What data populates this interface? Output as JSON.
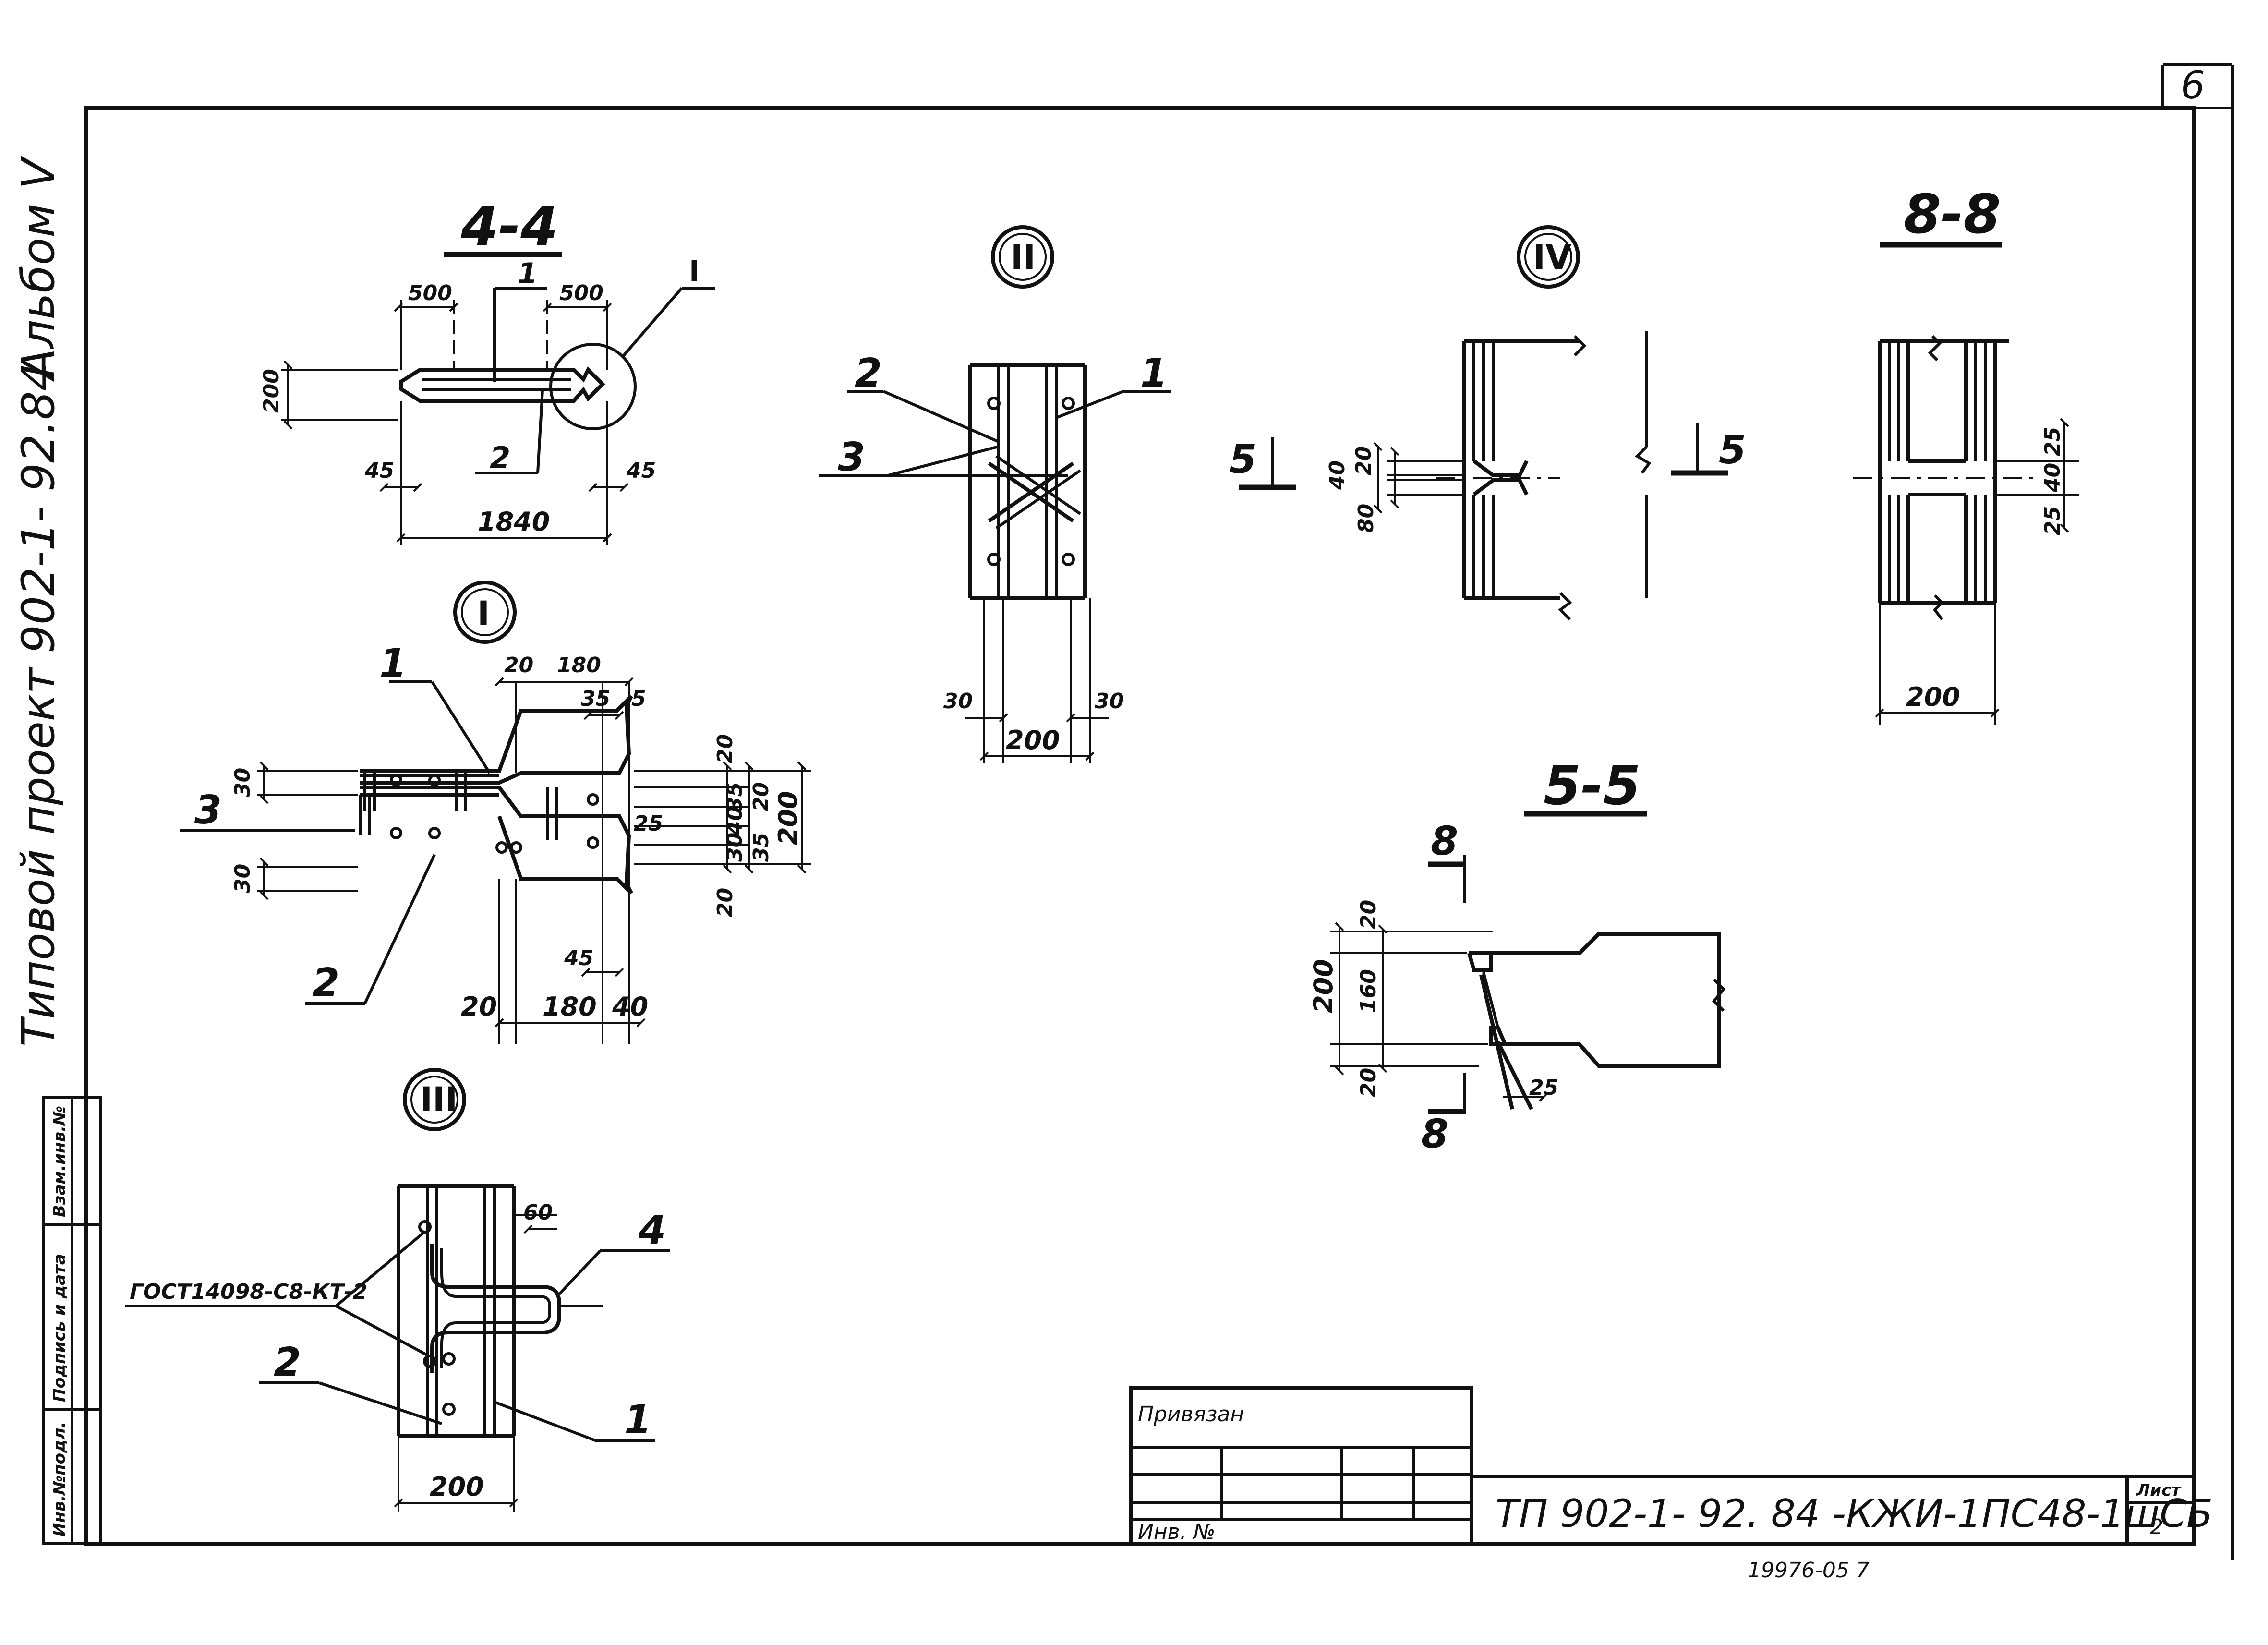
{
  "sheet": {
    "corner_number": "6",
    "side_title": "Типовой проект 902-1- 92.84",
    "album": "Альбом V",
    "left_stamp": [
      "Инв.№подл.",
      "Подпись и дата",
      "Взам.инв.№"
    ],
    "code": "ТП 902-1- 92. 84 -КЖИ-1ПС48-1шСБ",
    "list_label": "Лист",
    "list_number": "2",
    "bottom_number": "19976-05 7",
    "title_block": {
      "bound_label": "Привязан",
      "inv_label": "Инв. №"
    }
  },
  "views": {
    "s44": {
      "title": "4-4",
      "dims": {
        "left_top": "500",
        "right_top": "500",
        "height": "200",
        "left_bot": "45",
        "right_bot": "45",
        "total": "1840"
      },
      "leaders": {
        "p1": "1",
        "p2": "2",
        "detail_ref": "I"
      }
    },
    "detail1": {
      "mark": "I",
      "leaders": {
        "p1": "1",
        "p2": "2",
        "p3": "3"
      },
      "dims": {
        "top_20": "20",
        "top_180": "180",
        "top_35": "35",
        "top_5": "5",
        "left_30a": "30",
        "left_30b": "30",
        "r_20a": "20",
        "r_35a": "35",
        "r_20b": "20",
        "r_40": "40",
        "r_30": "30",
        "r_35b": "35",
        "r_20c": "20",
        "r_200": "200",
        "in_25": "25",
        "bot_45": "45",
        "bot_20": "20",
        "bot_180": "180",
        "bot_40": "40"
      }
    },
    "detail2": {
      "mark": "II",
      "leaders": {
        "p1": "1",
        "p2": "2",
        "p3": "3"
      },
      "dims": {
        "left": "30",
        "right": "30",
        "total": "200"
      }
    },
    "detail3": {
      "mark": "III",
      "gost": "ГОСТ14098-С8-КТ-2",
      "leaders": {
        "p1": "1",
        "p2": "2",
        "p4": "4"
      },
      "dims": {
        "d60": "60",
        "total": "200"
      }
    },
    "detail4": {
      "mark": "IV",
      "cut": "5",
      "dims": {
        "d20": "20",
        "d40": "40",
        "d80": "80"
      }
    },
    "s88": {
      "title": "8-8",
      "dims": {
        "d25a": "25",
        "d40": "40",
        "d25b": "25",
        "total": "200"
      }
    },
    "s55": {
      "title": "5-5",
      "cut": "8",
      "dims": {
        "d20a": "20",
        "d160": "160",
        "d200": "200",
        "d20b": "20",
        "d25": "25"
      }
    }
  }
}
